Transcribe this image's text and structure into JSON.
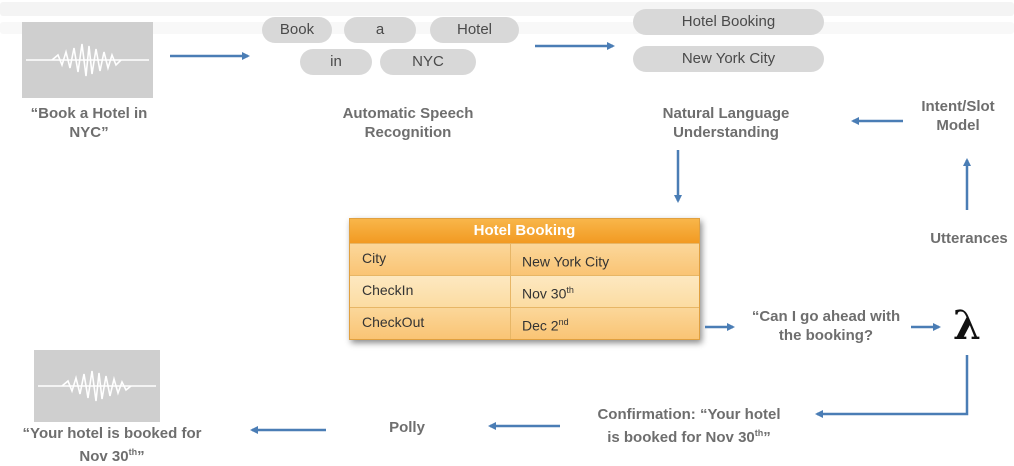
{
  "asr": {
    "tokens": [
      "Book",
      "a",
      "Hotel",
      "in",
      "NYC"
    ],
    "caption": "Automatic Speech Recognition"
  },
  "input_utterance": {
    "text": "“Book a Hotel in NYC”"
  },
  "nlu": {
    "intent": "Hotel Booking",
    "slot_value": "New York City",
    "caption": "Natural Language Understanding"
  },
  "model": {
    "caption": "Intent/Slot Model"
  },
  "utterances": {
    "caption": "Utterances"
  },
  "hotel_table": {
    "title": "Hotel Booking",
    "rows": [
      {
        "key": "City",
        "value": "New York City",
        "value_sup": ""
      },
      {
        "key": "CheckIn",
        "value": "Nov 30",
        "value_sup": "th"
      },
      {
        "key": "CheckOut",
        "value": "Dec 2",
        "value_sup": "nd"
      }
    ]
  },
  "prompt": {
    "text": "“Can I go ahead with the booking?"
  },
  "lambda": {
    "symbol": "λ"
  },
  "confirmation": {
    "line1": "Confirmation: “Your hotel",
    "line2": "is booked for Nov 30",
    "sup": "th",
    "end": "”"
  },
  "polly": {
    "caption": "Polly"
  },
  "output_utterance": {
    "line1": "“Your hotel is booked for",
    "line2": "Nov 30",
    "sup": "th",
    "end": "”"
  },
  "colors": {
    "arrow": "#4a7db5",
    "pill": "#d8d8d8",
    "caption": "#6e6e6e",
    "table_header": "#f5a630",
    "table_row": "#fbd08a",
    "waveform_bg": "#cfcfcf"
  },
  "icons": [
    "waveform-icon",
    "lambda-icon",
    "arrow-icon"
  ]
}
